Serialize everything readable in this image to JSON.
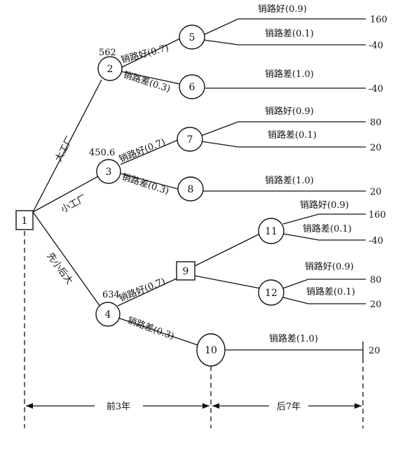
{
  "decision_nodes": [
    {
      "id": "1",
      "label": "1"
    },
    {
      "id": "9",
      "label": "9"
    }
  ],
  "chance_nodes": [
    {
      "id": "2",
      "label": "2",
      "value": "562"
    },
    {
      "id": "3",
      "label": "3",
      "value": "450.6"
    },
    {
      "id": "4",
      "label": "4",
      "value": "634"
    },
    {
      "id": "5",
      "label": "5"
    },
    {
      "id": "6",
      "label": "6"
    },
    {
      "id": "7",
      "label": "7"
    },
    {
      "id": "8",
      "label": "8"
    },
    {
      "id": "10",
      "label": "10"
    },
    {
      "id": "11",
      "label": "11"
    },
    {
      "id": "12",
      "label": "12"
    }
  ],
  "alternatives": {
    "big_factory": "大工厂",
    "small_factory": "小工厂",
    "small_then_big": "先小后大"
  },
  "branch_labels": {
    "b2_good": "销路好(0.7)",
    "b2_bad": "销路差(0.3)",
    "b3_good": "销路好(0.7)",
    "b3_bad": "销路差(0.3)",
    "b4_good": "销路好(0.7)",
    "b4_bad": "销路差(0.3)",
    "b5_good": "销路好(0.9)",
    "b5_bad": "销路差(0.1)",
    "b6": "销路差(1.0)",
    "b7_good": "销路好(0.9)",
    "b7_bad": "销路差(0.1)",
    "b8": "销路差(1.0)",
    "b11_good": "销路好(0.9)",
    "b11_bad": "销路差(0.1)",
    "b12_good": "销路好(0.9)",
    "b12_bad": "销路差(0.1)",
    "b10": "销路差(1.0)"
  },
  "payoffs": {
    "p5_good": "160",
    "p5_bad": "-40",
    "p6": "-40",
    "p7_good": "80",
    "p7_bad": "20",
    "p8": "20",
    "p11_good": "160",
    "p11_bad": "-40",
    "p12_good": "80",
    "p12_bad": "20",
    "p10": "20"
  },
  "timeline": {
    "first_period": "前3年",
    "second_period": "后7年"
  }
}
